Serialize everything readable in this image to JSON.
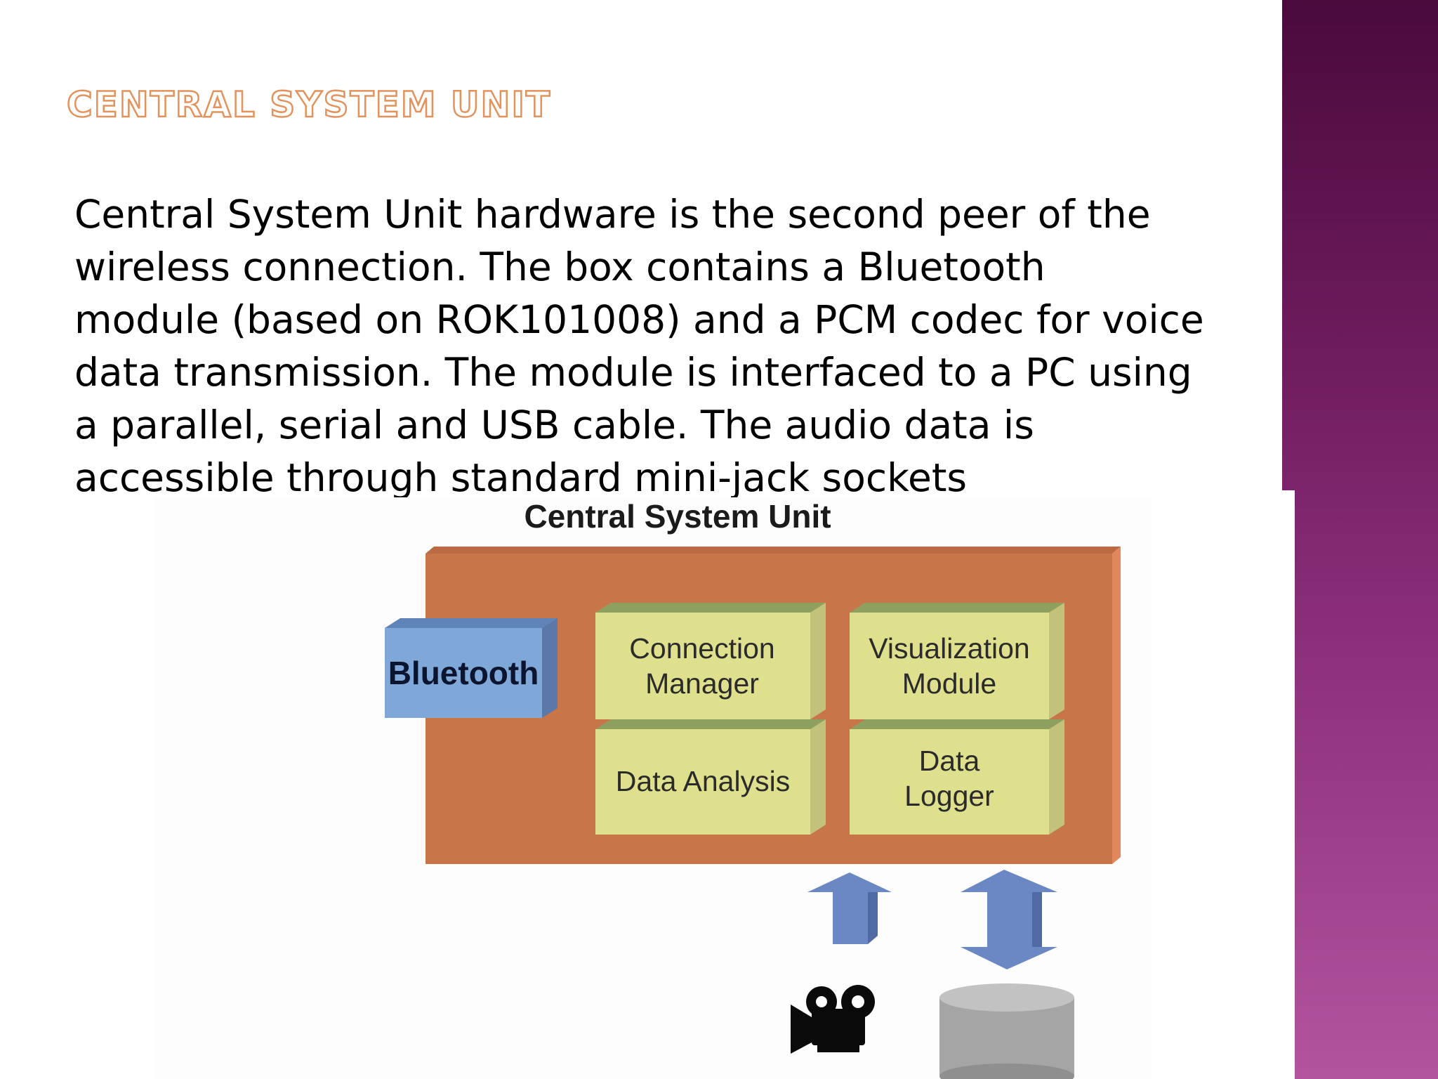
{
  "slide": {
    "title": "Central System Unit",
    "paragraph_lines": [
      "Central System Unit hardware is the second peer of the",
      "wireless connection. The box contains a Bluetooth",
      "module (based on ROK101008) and a PCM codec for voice",
      "data transmission. The module is interfaced to a PC using",
      "a parallel, serial and USB cable. The audio data is",
      "accessible through standard mini-jack sockets"
    ]
  },
  "diagram": {
    "title": "Central System Unit",
    "bluetooth": "Bluetooth",
    "modules": {
      "connection_manager": [
        "Connection",
        "Manager"
      ],
      "visualization_module": [
        "Visualization",
        "Module"
      ],
      "data_analysis": [
        "Data Analysis"
      ],
      "data_logger": [
        "Data",
        "Logger"
      ]
    },
    "icons": [
      "video-camera-icon",
      "database-cylinder-icon",
      "up-arrow-icon",
      "double-arrow-icon"
    ]
  },
  "colors": {
    "title_outline": "#e3925c",
    "container": "#c8754a",
    "module_face": "#dfe08e",
    "module_top": "#8ea060",
    "bluetooth_face": "#7fa8d8",
    "arrow": "#6b88c4",
    "database": "#a5a5a5",
    "side_band_top": "#4a0a3c",
    "side_band_bottom": "#b2549e"
  }
}
